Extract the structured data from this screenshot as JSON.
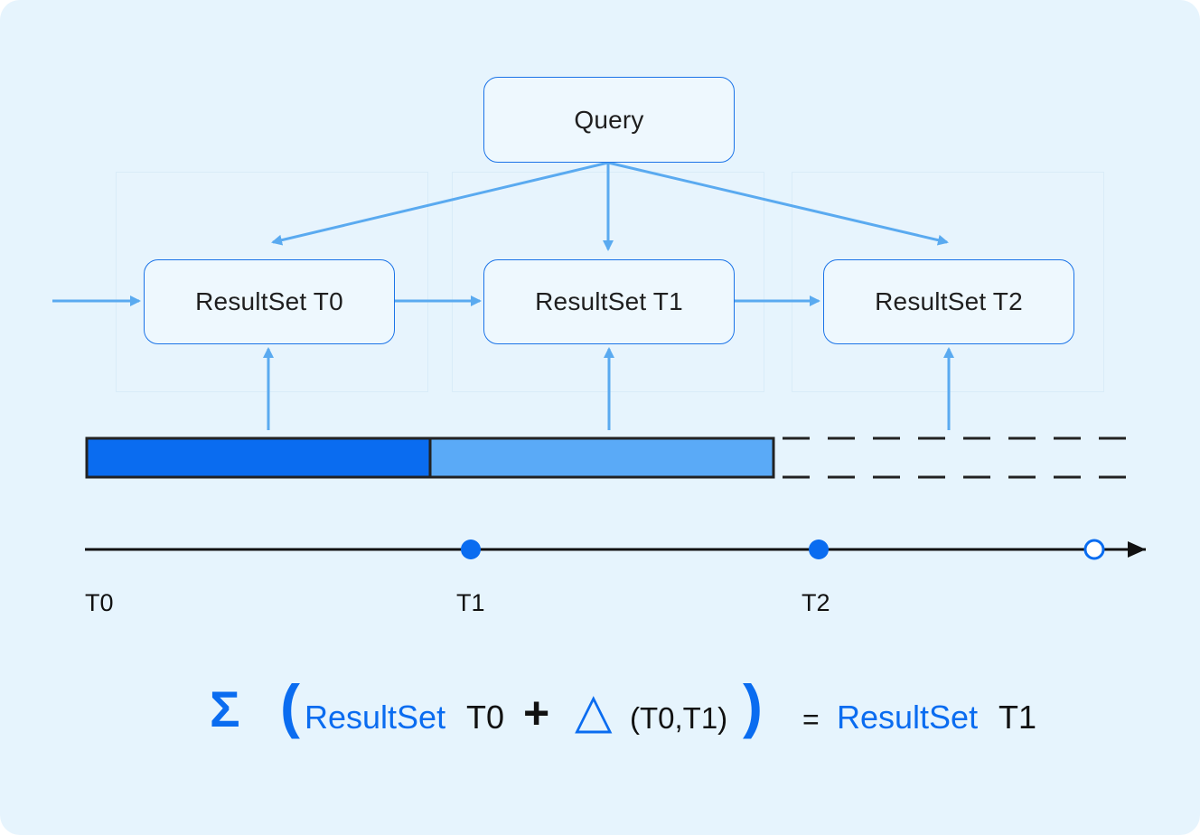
{
  "diagram": {
    "query_label": "Query",
    "result_sets": [
      "ResultSet T0",
      "ResultSet T1",
      "ResultSet T2"
    ],
    "timeline_labels": [
      "T0",
      "T1",
      "T2"
    ],
    "colors": {
      "background": "#e6f4fd",
      "arrow": "#5aaaf0",
      "node_border": "#1a73e8",
      "bar_t0": "#0a6cf0",
      "bar_t1": "#5aaaf7",
      "timeline": "#111111",
      "dot": "#0a6cf0"
    }
  },
  "formula": {
    "sigma": "Σ",
    "open_paren": "(",
    "rs_prefix_1": "ResultSet",
    "rs_suffix_1": "T0",
    "plus": "+",
    "delta": "△",
    "delta_args": "(T0,T1)",
    "close_paren": ")",
    "equals": "=",
    "rs_prefix_2": "ResultSet",
    "rs_suffix_2": "T1"
  }
}
